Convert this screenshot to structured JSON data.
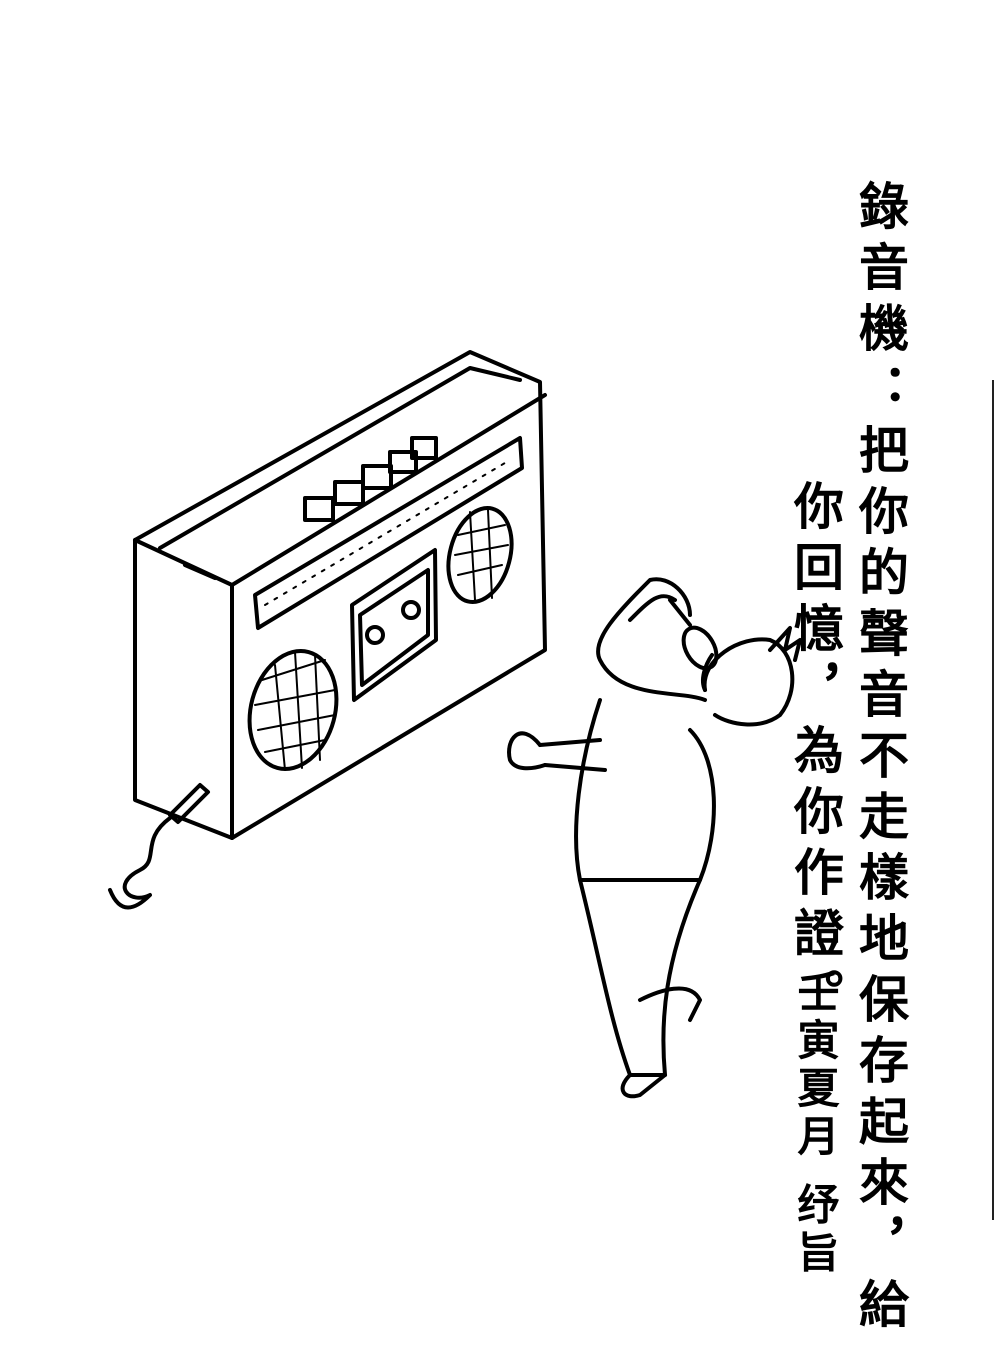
{
  "caption": {
    "line1": "錄音機：把你的聲音不走樣地保存起來，給",
    "line2": "你回憶，為你作證。",
    "signature": "壬寅夏月 纾旨"
  },
  "colors": {
    "ink": "#000000",
    "paper": "#ffffff"
  }
}
